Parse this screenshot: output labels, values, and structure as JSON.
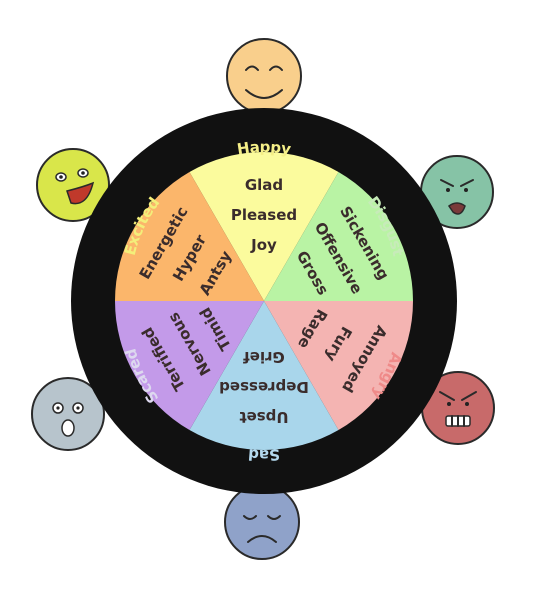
{
  "wheel": {
    "ring_color": "#111111",
    "emotions": [
      {
        "id": "happy",
        "name": "Happy",
        "color": "#fbfb9d",
        "label_color": "#f5ef88",
        "face_color": "#f9cf8c",
        "words": [
          "Glad",
          "Pleased",
          "Joy"
        ]
      },
      {
        "id": "disgust",
        "name": "Disgust",
        "color": "#b9f3a4",
        "label_color": "#c7ebb9",
        "face_color": "#86c3a6",
        "words": [
          "Sickening",
          "Offensive",
          "Gross"
        ]
      },
      {
        "id": "angry",
        "name": "Angry",
        "color": "#f4b4b2",
        "label_color": "#ef8a89",
        "face_color": "#c86a6a",
        "words": [
          "Annoyed",
          "Fury",
          "Rage"
        ]
      },
      {
        "id": "sad",
        "name": "Sad",
        "color": "#a9d6eb",
        "label_color": "#b4d9ee",
        "face_color": "#8fa2c9",
        "words": [
          "Upset",
          "Depressed",
          "Grief"
        ]
      },
      {
        "id": "scared",
        "name": "Scared",
        "color": "#c39ae9",
        "label_color": "#ddd8ef",
        "face_color": "#b7c4cc",
        "words": [
          "Terrified",
          "Nervous",
          "Timid"
        ]
      },
      {
        "id": "excited",
        "name": "Excited",
        "color": "#fbb66b",
        "label_color": "#f3ef7a",
        "face_color": "#d9e64a",
        "words": [
          "Energetic",
          "Hyper",
          "Antsy"
        ]
      }
    ]
  }
}
